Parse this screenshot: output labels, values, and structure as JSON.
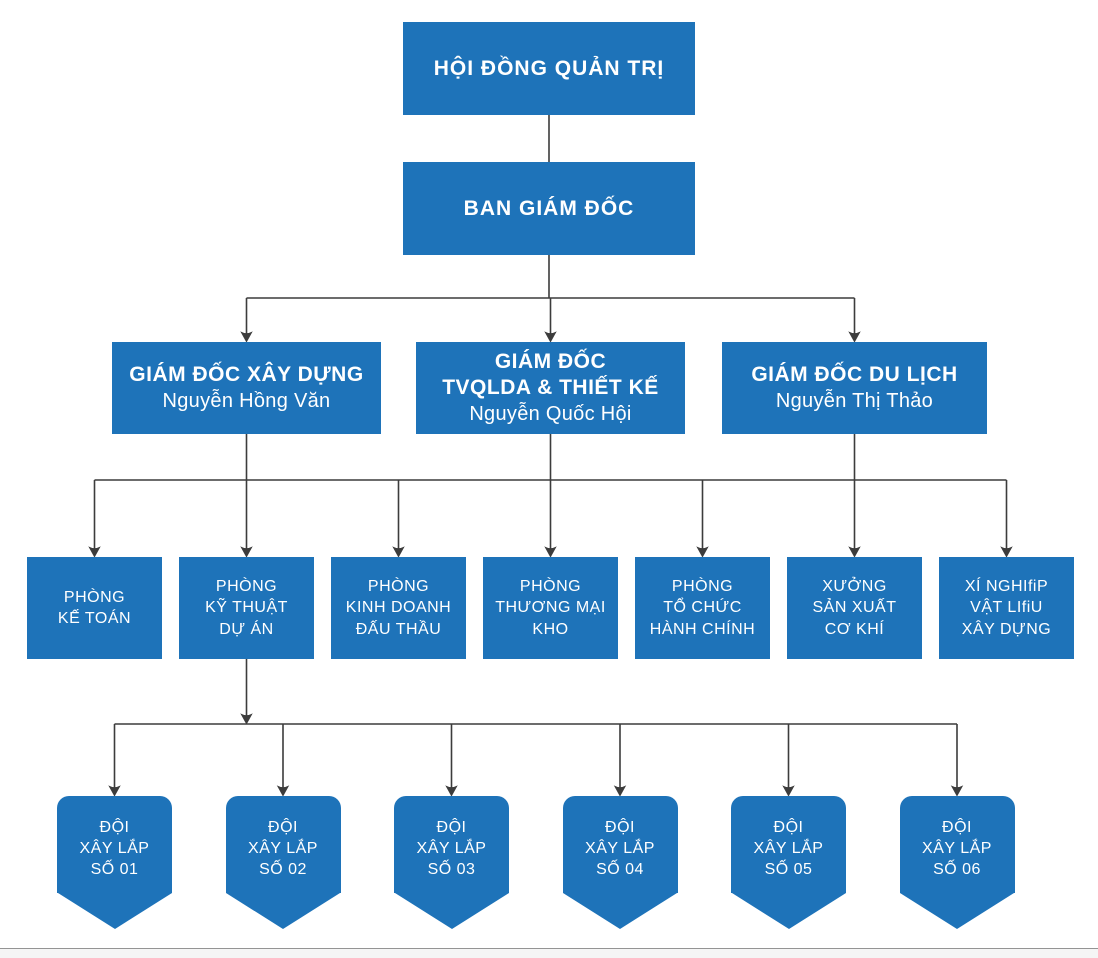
{
  "colors": {
    "box-fill": "#1e73b9",
    "box-text": "#ffffff",
    "line-color": "#3c3c3c",
    "page-bg": "#ffffff",
    "edge-line": "#949494",
    "edge-fill": "#f5f5f5"
  },
  "org_chart": {
    "root": {
      "title": "HỘI ĐỒNG QUẢN TRỊ"
    },
    "board": {
      "title": "BAN GIÁM ĐỐC"
    },
    "directors": [
      {
        "title_lines": [
          "GIÁM ĐỐC XÂY DỰNG"
        ],
        "name": "Nguyễn Hồng Văn"
      },
      {
        "title_lines": [
          "GIÁM ĐỐC",
          "TVQLDA & THIẾT KẾ"
        ],
        "name": "Nguyễn Quốc Hội"
      },
      {
        "title_lines": [
          "GIÁM ĐỐC DU LỊCH"
        ],
        "name": "Nguyễn Thị Thảo"
      }
    ],
    "departments": [
      {
        "lines": [
          "PHÒNG",
          "KẾ TOÁN"
        ]
      },
      {
        "lines": [
          "PHÒNG",
          "KỸ THUẬT",
          "DỰ ÁN"
        ]
      },
      {
        "lines": [
          "PHÒNG",
          "KINH DOANH",
          "ĐẤU THẦU"
        ]
      },
      {
        "lines": [
          "PHÒNG",
          "THƯƠNG MẠI",
          "KHO"
        ]
      },
      {
        "lines": [
          "PHÒNG",
          "TỔ CHỨC",
          "HÀNH CHÍNH"
        ]
      },
      {
        "lines": [
          "XƯỞNG",
          "SẢN XUẤT",
          "CƠ KHÍ"
        ]
      },
      {
        "lines": [
          "XÍ NGHIfiP",
          "VẬT LIfiU",
          "XÂY DỰNG"
        ]
      }
    ],
    "teams": [
      {
        "lines": [
          "ĐỘI",
          "XÂY LẮP",
          "SỐ 01"
        ]
      },
      {
        "lines": [
          "ĐỘI",
          "XÂY LẮP",
          "SỐ 02"
        ]
      },
      {
        "lines": [
          "ĐỘI",
          "XÂY LẮP",
          "SỐ 03"
        ]
      },
      {
        "lines": [
          "ĐỘI",
          "XÂY LẮP",
          "SỐ 04"
        ]
      },
      {
        "lines": [
          "ĐỘI",
          "XÂY LẮP",
          "SỐ 05"
        ]
      },
      {
        "lines": [
          "ĐỘI",
          "XÂY LẮP",
          "SỐ 06"
        ]
      }
    ]
  }
}
